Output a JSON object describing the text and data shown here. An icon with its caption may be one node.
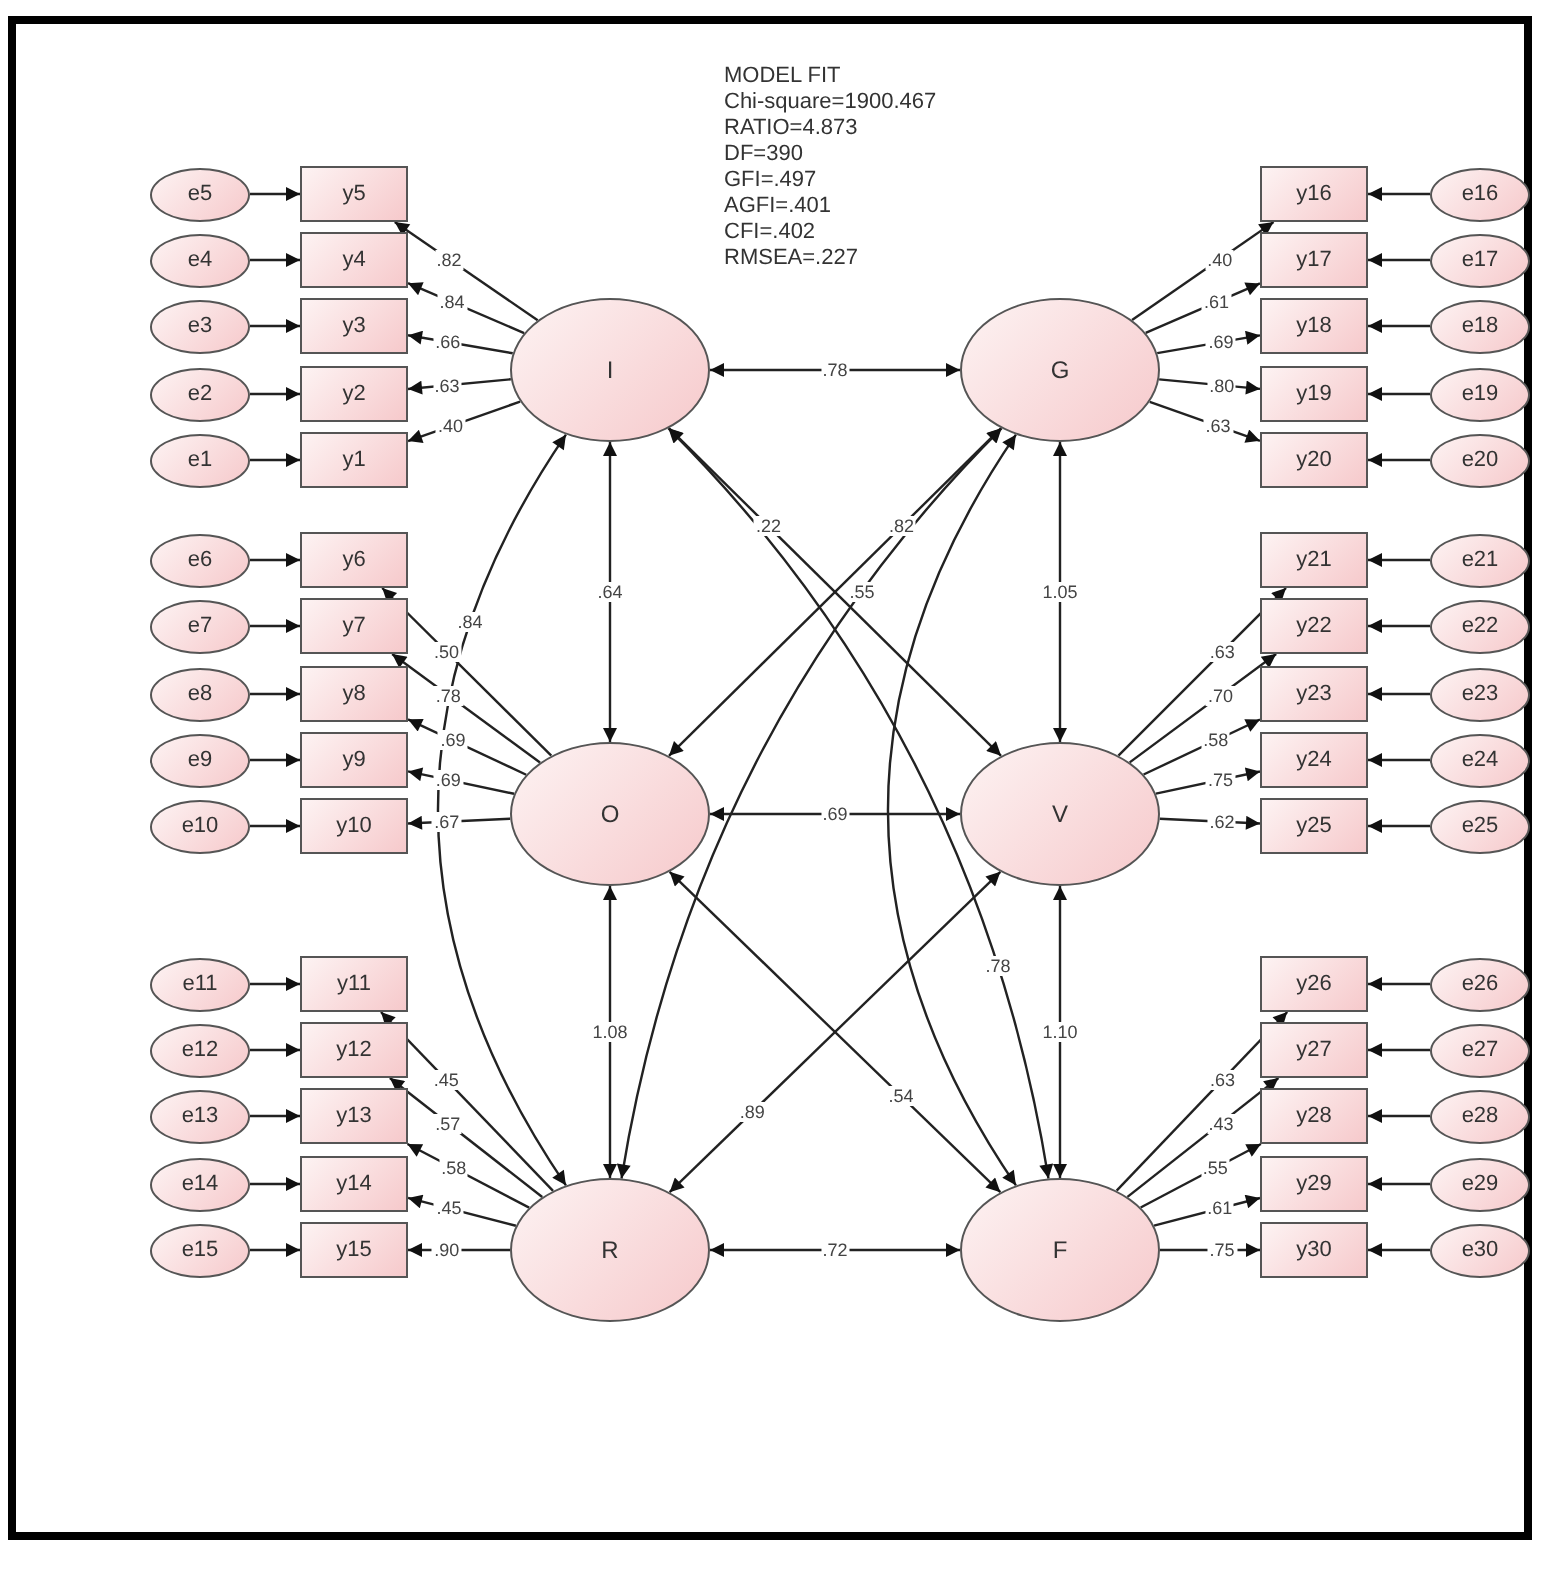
{
  "diagram": {
    "nodes": [
      {
        "text": [
          "I"
        ]
      },
      {
        "text": [
          "G"
        ]
      },
      {
        "text": [
          "O"
        ]
      },
      {
        "text": [
          "V"
        ]
      },
      {
        "text": [
          "R"
        ]
      },
      {
        "text": [
          "F"
        ]
      },
      {
        "text": [
          "e5"
        ]
      },
      {
        "text": [
          "y5"
        ]
      },
      {
        "text": [
          "e4"
        ]
      },
      {
        "text": [
          "y4"
        ]
      },
      {
        "text": [
          "e3"
        ]
      },
      {
        "text": [
          "y3"
        ]
      },
      {
        "text": [
          "e2"
        ]
      },
      {
        "text": [
          "y2"
        ]
      },
      {
        "text": [
          "e1"
        ]
      },
      {
        "text": [
          "y1"
        ]
      },
      {
        "text": [
          "e6"
        ]
      },
      {
        "text": [
          "y6"
        ]
      },
      {
        "text": [
          "e7"
        ]
      },
      {
        "text": [
          "y7"
        ]
      },
      {
        "text": [
          "e8"
        ]
      },
      {
        "text": [
          "y8"
        ]
      },
      {
        "text": [
          "e9"
        ]
      },
      {
        "text": [
          "y9"
        ]
      },
      {
        "text": [
          "e10"
        ]
      },
      {
        "text": [
          "y10"
        ]
      },
      {
        "text": [
          "e11"
        ]
      },
      {
        "text": [
          "y11"
        ]
      },
      {
        "text": [
          "e12"
        ]
      },
      {
        "text": [
          "y12"
        ]
      },
      {
        "text": [
          "e13"
        ]
      },
      {
        "text": [
          "y13"
        ]
      },
      {
        "text": [
          "e14"
        ]
      },
      {
        "text": [
          "y14"
        ]
      },
      {
        "text": [
          "e15"
        ]
      },
      {
        "text": [
          "y15"
        ]
      },
      {
        "text": [
          "y16"
        ]
      },
      {
        "text": [
          "e16"
        ]
      },
      {
        "text": [
          "y17"
        ]
      },
      {
        "text": [
          "e17"
        ]
      },
      {
        "text": [
          "y18"
        ]
      },
      {
        "text": [
          "e18"
        ]
      },
      {
        "text": [
          "y19"
        ]
      },
      {
        "text": [
          "e19"
        ]
      },
      {
        "text": [
          "y20"
        ]
      },
      {
        "text": [
          "e20"
        ]
      },
      {
        "text": [
          "y21"
        ]
      },
      {
        "text": [
          "e21"
        ]
      },
      {
        "text": [
          "y22"
        ]
      },
      {
        "text": [
          "e22"
        ]
      },
      {
        "text": [
          "y23"
        ]
      },
      {
        "text": [
          "e23"
        ]
      },
      {
        "text": [
          "y24"
        ]
      },
      {
        "text": [
          "e24"
        ]
      },
      {
        "text": [
          "y25"
        ]
      },
      {
        "text": [
          "e25"
        ]
      },
      {
        "text": [
          "y26"
        ]
      },
      {
        "text": [
          "e26"
        ]
      },
      {
        "text": [
          "y27"
        ]
      },
      {
        "text": [
          "e27"
        ]
      },
      {
        "text": [
          "y28"
        ]
      },
      {
        "text": [
          "e28"
        ]
      },
      {
        "text": [
          "y29"
        ]
      },
      {
        "text": [
          "e29"
        ]
      },
      {
        "text": [
          "y30"
        ]
      },
      {
        "text": [
          "e30"
        ]
      }
    ],
    "edges": [
      {
        "from": 6,
        "to": 7,
        "arrow": "to"
      },
      {
        "from": 8,
        "to": 9,
        "arrow": "to"
      },
      {
        "from": 10,
        "to": 11,
        "arrow": "to"
      },
      {
        "from": 12,
        "to": 13,
        "arrow": "to"
      },
      {
        "from": 14,
        "to": 15,
        "arrow": "to"
      },
      {
        "from": 16,
        "to": 17,
        "arrow": "to"
      },
      {
        "from": 18,
        "to": 19,
        "arrow": "to"
      },
      {
        "from": 20,
        "to": 21,
        "arrow": "to"
      },
      {
        "from": 22,
        "to": 23,
        "arrow": "to"
      },
      {
        "from": 24,
        "to": 25,
        "arrow": "to"
      },
      {
        "from": 26,
        "to": 27,
        "arrow": "to"
      },
      {
        "from": 28,
        "to": 29,
        "arrow": "to"
      },
      {
        "from": 30,
        "to": 31,
        "arrow": "to"
      },
      {
        "from": 32,
        "to": 33,
        "arrow": "to"
      },
      {
        "from": 34,
        "to": 35,
        "arrow": "to"
      },
      {
        "from": 37,
        "to": 36,
        "arrow": "to"
      },
      {
        "from": 39,
        "to": 38,
        "arrow": "to"
      },
      {
        "from": 41,
        "to": 40,
        "arrow": "to"
      },
      {
        "from": 43,
        "to": 42,
        "arrow": "to"
      },
      {
        "from": 45,
        "to": 44,
        "arrow": "to"
      },
      {
        "from": 47,
        "to": 46,
        "arrow": "to"
      },
      {
        "from": 49,
        "to": 48,
        "arrow": "to"
      },
      {
        "from": 51,
        "to": 50,
        "arrow": "to"
      },
      {
        "from": 53,
        "to": 52,
        "arrow": "to"
      },
      {
        "from": 55,
        "to": 54,
        "arrow": "to"
      },
      {
        "from": 57,
        "to": 56,
        "arrow": "to"
      },
      {
        "from": 59,
        "to": 58,
        "arrow": "to"
      },
      {
        "from": 61,
        "to": 60,
        "arrow": "to"
      },
      {
        "from": 63,
        "to": 62,
        "arrow": "to"
      },
      {
        "from": 65,
        "to": 64,
        "arrow": "to"
      },
      {
        "from": 0,
        "to": 7,
        "arrow": "to",
        "label": ".82"
      },
      {
        "from": 0,
        "to": 9,
        "arrow": "to",
        "label": ".84"
      },
      {
        "from": 0,
        "to": 11,
        "arrow": "to",
        "label": ".66"
      },
      {
        "from": 0,
        "to": 13,
        "arrow": "to",
        "label": ".63"
      },
      {
        "from": 0,
        "to": 15,
        "arrow": "to",
        "label": ".40"
      },
      {
        "from": 2,
        "to": 17,
        "arrow": "to",
        "label": ".50"
      },
      {
        "from": 2,
        "to": 19,
        "arrow": "to",
        "label": ".78"
      },
      {
        "from": 2,
        "to": 21,
        "arrow": "to",
        "label": ".69"
      },
      {
        "from": 2,
        "to": 23,
        "arrow": "to",
        "label": ".69"
      },
      {
        "from": 2,
        "to": 25,
        "arrow": "to",
        "label": ".67"
      },
      {
        "from": 4,
        "to": 27,
        "arrow": "to",
        "label": ".45"
      },
      {
        "from": 4,
        "to": 29,
        "arrow": "to",
        "label": ".57"
      },
      {
        "from": 4,
        "to": 31,
        "arrow": "to",
        "label": ".58"
      },
      {
        "from": 4,
        "to": 33,
        "arrow": "to",
        "label": ".45"
      },
      {
        "from": 4,
        "to": 35,
        "arrow": "to",
        "label": ".90"
      },
      {
        "from": 1,
        "to": 36,
        "arrow": "to",
        "label": ".40"
      },
      {
        "from": 1,
        "to": 38,
        "arrow": "to",
        "label": ".61"
      },
      {
        "from": 1,
        "to": 40,
        "arrow": "to",
        "label": ".69"
      },
      {
        "from": 1,
        "to": 42,
        "arrow": "to",
        "label": ".80"
      },
      {
        "from": 1,
        "to": 44,
        "arrow": "to",
        "label": ".63"
      },
      {
        "from": 3,
        "to": 46,
        "arrow": "to",
        "label": ".63"
      },
      {
        "from": 3,
        "to": 48,
        "arrow": "to",
        "label": ".70"
      },
      {
        "from": 3,
        "to": 50,
        "arrow": "to",
        "label": ".58"
      },
      {
        "from": 3,
        "to": 52,
        "arrow": "to",
        "label": ".75"
      },
      {
        "from": 3,
        "to": 54,
        "arrow": "to",
        "label": ".62"
      },
      {
        "from": 5,
        "to": 56,
        "arrow": "to",
        "label": ".63"
      },
      {
        "from": 5,
        "to": 58,
        "arrow": "to",
        "label": ".43"
      },
      {
        "from": 5,
        "to": 60,
        "arrow": "to",
        "label": ".55"
      },
      {
        "from": 5,
        "to": 62,
        "arrow": "to",
        "label": ".61"
      },
      {
        "from": 5,
        "to": 64,
        "arrow": "to",
        "label": ".75"
      },
      {
        "from": 0,
        "to": 1,
        "arrow": "both",
        "label": ".78"
      },
      {
        "from": 0,
        "to": 2,
        "arrow": "both",
        "label": ".64"
      },
      {
        "from": 1,
        "to": 3,
        "arrow": "both",
        "label": "1.05"
      },
      {
        "from": 2,
        "to": 3,
        "arrow": "both",
        "label": ".69"
      },
      {
        "from": 2,
        "to": 4,
        "arrow": "both",
        "label": "1.08"
      },
      {
        "from": 3,
        "to": 5,
        "arrow": "both",
        "label": "1.10"
      },
      {
        "from": 4,
        "to": 5,
        "arrow": "both",
        "label": ".72"
      },
      {
        "from": 0,
        "to": 4,
        "arrow": "both",
        "label": ".84"
      },
      {
        "from": 1,
        "to": 4,
        "arrow": "both",
        "label": ".55"
      },
      {
        "from": 0,
        "to": 3,
        "arrow": "both",
        "label": ".22"
      },
      {
        "from": 0,
        "to": 5,
        "arrow": "both",
        "label": ".78"
      },
      {
        "from": 1,
        "to": 2,
        "arrow": "both",
        "label": ".82"
      },
      {
        "from": 3,
        "to": 4,
        "arrow": "both",
        "label": ".89"
      },
      {
        "from": 2,
        "to": 5,
        "arrow": "both",
        "label": ".54"
      },
      {
        "from": 1,
        "to": 5,
        "arrow": "both"
      }
    ],
    "labels": [
      "MODEL FIT",
      "Chi-square=1900.467",
      "RATIO=4.873",
      "DF=390",
      "GFI=.497",
      "AGFI=.401",
      "CFI=.402",
      "RMSEA=.227"
    ]
  }
}
